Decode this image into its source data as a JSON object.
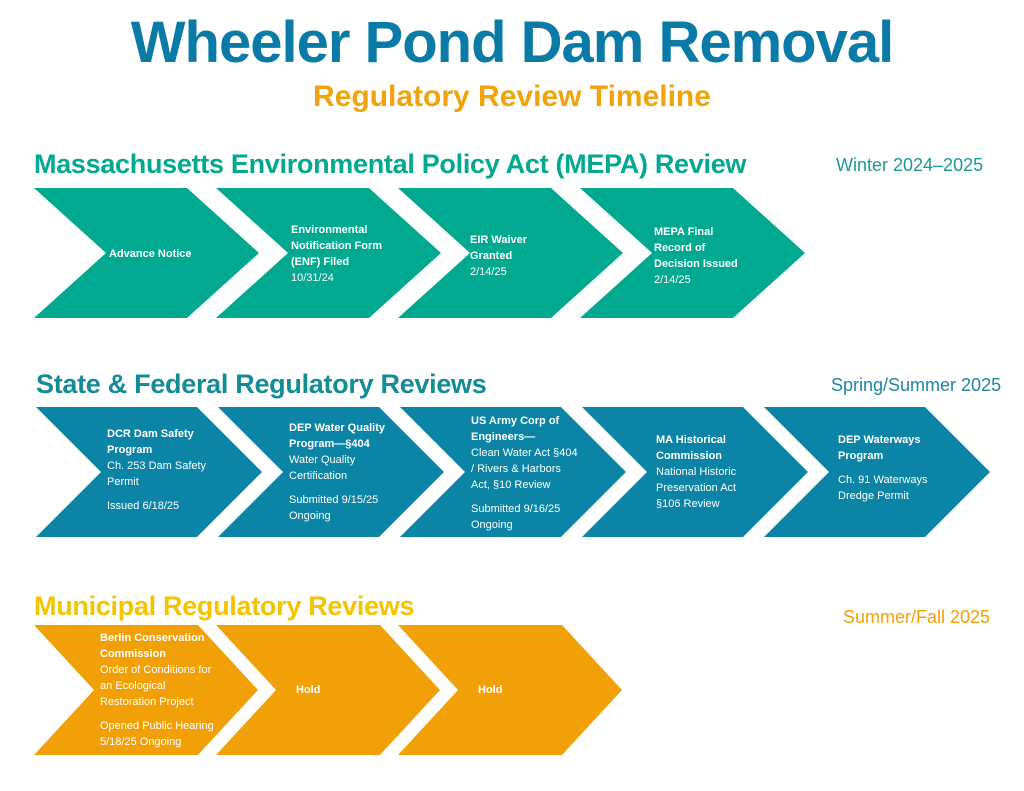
{
  "header": {
    "title": "Wheeler Pond Dam Removal",
    "subtitle": "Regulatory Review Timeline"
  },
  "colors": {
    "title": "#0a7aa6",
    "subtitle": "#f0a30a",
    "mepa": "#00a98f",
    "state_federal": "#0b84a5",
    "state_federal_heading": "#138c95",
    "municipal": "#f2a007",
    "municipal_heading": "#f5c400"
  },
  "sections": [
    {
      "title": "Massachusetts Environmental Policy Act (MEPA) Review",
      "period": "Winter 2024–2025",
      "steps": [
        {
          "title": "Advance Notice",
          "lines": [],
          "notes": []
        },
        {
          "title": "Environmental Notification Form (ENF) Filed",
          "lines": [
            "10/31/24"
          ],
          "notes": []
        },
        {
          "title": "EIR Waiver Granted",
          "lines": [
            "2/14/25"
          ],
          "notes": []
        },
        {
          "title": "MEPA Final Record of Decision Issued",
          "lines": [
            "2/14/25"
          ],
          "notes": []
        }
      ]
    },
    {
      "title": "State & Federal Regulatory Reviews",
      "period": "Spring/Summer 2025",
      "steps": [
        {
          "title": "DCR Dam Safety Program",
          "lines": [
            "Ch. 253 Dam Safety Permit"
          ],
          "notes": [
            "Issued 6/18/25"
          ]
        },
        {
          "title": "DEP Water Quality Program—§404",
          "lines": [
            "Water Quality Certification"
          ],
          "notes": [
            "Submitted 9/15/25",
            "Ongoing"
          ]
        },
        {
          "title": "US Army Corp of Engineers—",
          "lines": [
            "Clean Water Act §404 / Rivers & Harbors Act, §10 Review"
          ],
          "notes": [
            "Submitted 9/16/25",
            "Ongoing"
          ]
        },
        {
          "title": "MA Historical Commission",
          "lines": [
            "National Historic Preservation Act §106 Review"
          ],
          "notes": []
        },
        {
          "title": "DEP Waterways Program",
          "lines": [],
          "notes": [
            "Ch. 91 Waterways Dredge Permit"
          ]
        }
      ]
    },
    {
      "title": "Municipal Regulatory Reviews",
      "period": "Summer/Fall 2025",
      "steps": [
        {
          "title": "Berlin Conservation Commission",
          "lines": [
            "Order of Conditions for an Ecological Restoration Project"
          ],
          "notes": [
            "Opened Public Hearing 5/18/25 Ongoing"
          ]
        },
        {
          "title": "Hold",
          "lines": [],
          "notes": []
        },
        {
          "title": "Hold",
          "lines": [],
          "notes": []
        }
      ]
    }
  ]
}
